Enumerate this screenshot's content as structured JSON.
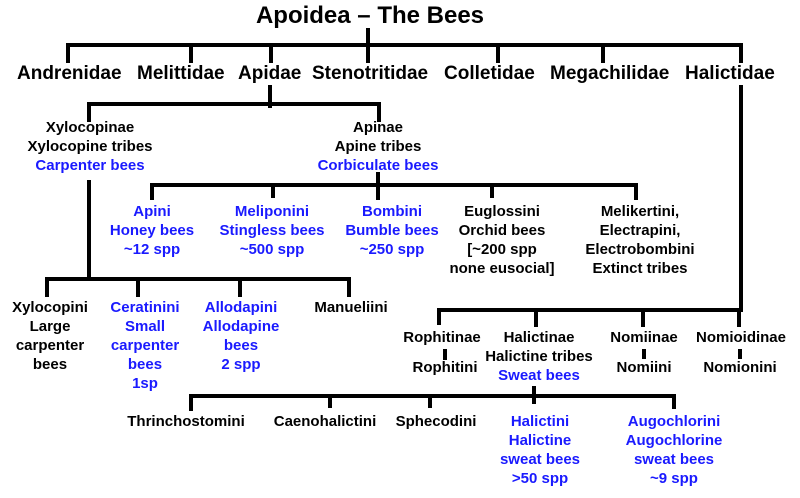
{
  "title": "Apoidea – The Bees",
  "colors": {
    "black": "#000000",
    "blue": "#1a1aff"
  },
  "families": [
    {
      "label": "Andrenidae"
    },
    {
      "label": "Melittidae"
    },
    {
      "label": "Apidae"
    },
    {
      "label": "Stenotritidae"
    },
    {
      "label": "Colletidae"
    },
    {
      "label": "Megachilidae"
    },
    {
      "label": "Halictidae"
    }
  ],
  "apidae": {
    "xylocopinae": {
      "lines": [
        "Xylocopinae",
        "Xylocopine tribes"
      ],
      "common": "Carpenter bees"
    },
    "apinae": {
      "lines": [
        "Apinae",
        "Apine tribes"
      ],
      "common": "Corbiculate bees"
    },
    "apine_tribes": [
      {
        "lines": [
          "Apini",
          "Honey bees",
          "~12 spp"
        ],
        "color": "blue"
      },
      {
        "lines": [
          "Meliponini",
          "Stingless bees",
          "~500 spp"
        ],
        "color": "blue"
      },
      {
        "lines": [
          "Bombini",
          "Bumble bees",
          "~250 spp"
        ],
        "color": "blue"
      },
      {
        "lines": [
          "Euglossini",
          "Orchid bees",
          "[~200 spp",
          "none eusocial]"
        ],
        "color": "black"
      },
      {
        "lines": [
          "Melikertini,",
          "Electrapini,",
          "Electrobombini",
          "Extinct tribes"
        ],
        "color": "black"
      }
    ],
    "xylocopine_tribes": [
      {
        "lines": [
          "Xylocopini",
          "Large",
          "carpenter",
          "bees"
        ],
        "color": "black"
      },
      {
        "lines": [
          "Ceratinini",
          "Small",
          "carpenter",
          "bees",
          "1sp"
        ],
        "color": "blue"
      },
      {
        "lines": [
          "Allodapini",
          "Allodapine",
          "bees",
          "2 spp"
        ],
        "color": "blue"
      },
      {
        "lines": [
          "Manueliini"
        ],
        "color": "black"
      }
    ]
  },
  "halictidae": {
    "subfamilies": [
      {
        "label": "Rophitinae",
        "tribe": "Rophitini"
      },
      {
        "label": "Halictinae",
        "sub": "Halictine tribes",
        "common": "Sweat bees"
      },
      {
        "label": "Nomiinae",
        "tribe": "Nomiini"
      },
      {
        "label": "Nomioidinae",
        "tribe": "Nomionini"
      }
    ],
    "halictine_tribes": [
      {
        "lines": [
          "Thrinchostomini"
        ],
        "color": "black"
      },
      {
        "lines": [
          "Caenohalictini"
        ],
        "color": "black"
      },
      {
        "lines": [
          "Sphecodini"
        ],
        "color": "black"
      },
      {
        "lines": [
          "Halictini",
          "Halictine",
          "sweat bees",
          ">50 spp"
        ],
        "color": "blue"
      },
      {
        "lines": [
          "Augochlorini",
          "Augochlorine",
          "sweat bees",
          "~9 spp"
        ],
        "color": "blue"
      }
    ]
  }
}
